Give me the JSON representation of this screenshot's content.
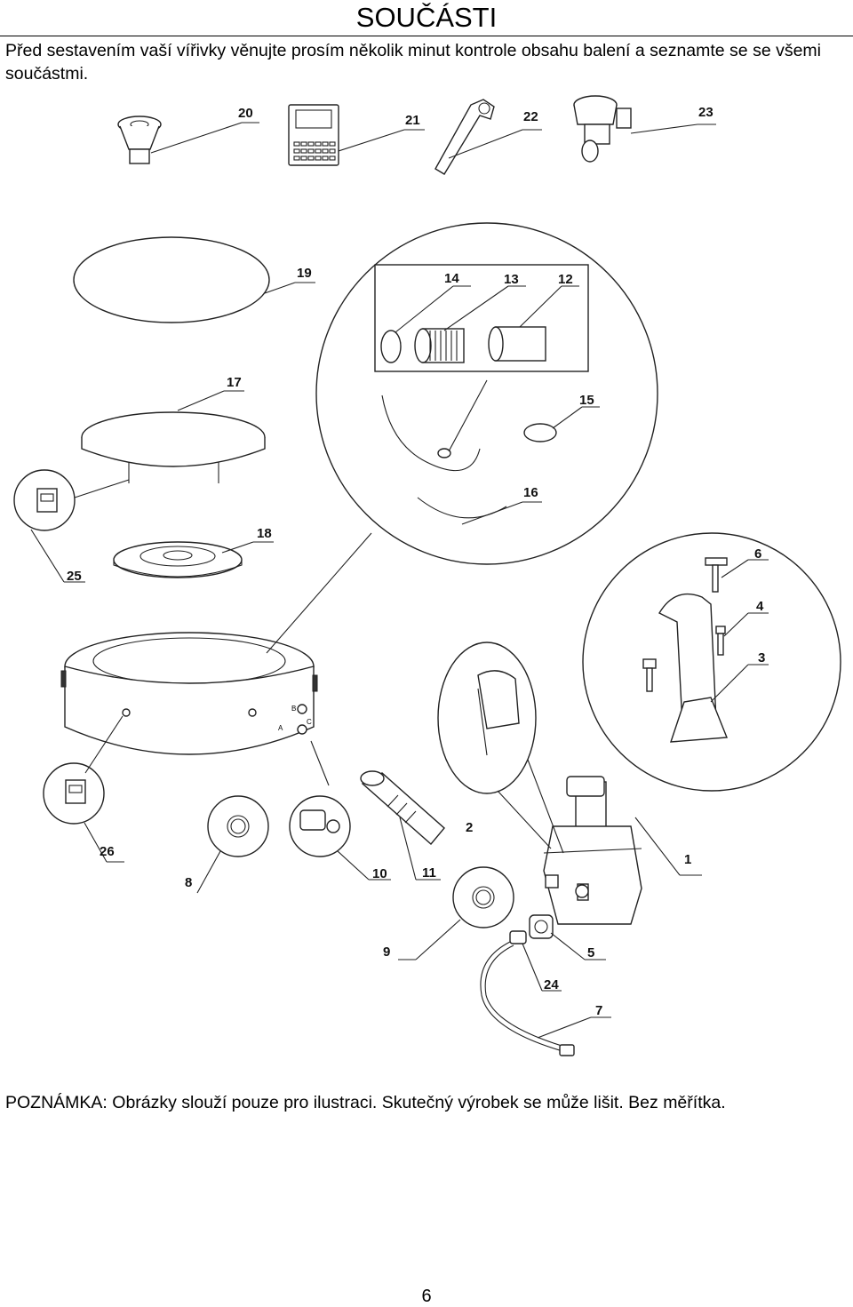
{
  "page": {
    "title": "SOUČÁSTI",
    "intro": "Před sestavením vaší vířivky věnujte prosím několik minut kontrole obsahu balení a seznamte se se všemi součástmi.",
    "note_label": "POZNÁMKA:",
    "note_text": " Obrázky slouží pouze pro ilustraci. Skutečný výrobek se může lišit. Bez měřítka.",
    "page_number": "6"
  },
  "diagram": {
    "callouts": [
      "20",
      "21",
      "22",
      "23",
      "19",
      "14",
      "13",
      "12",
      "17",
      "15",
      "16",
      "25",
      "18",
      "6",
      "4",
      "3",
      "2",
      "1",
      "26",
      "8",
      "10",
      "11",
      "9",
      "5",
      "24",
      "7"
    ],
    "port_letters": [
      "B",
      "C",
      "A"
    ]
  }
}
